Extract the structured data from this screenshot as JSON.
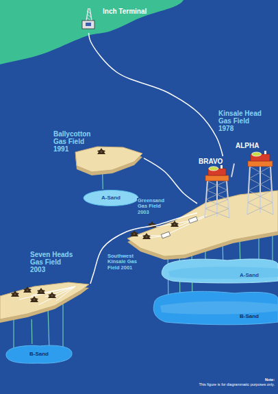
{
  "diagram": {
    "nodes": [
      {
        "text": [
          "Inch Terminal"
        ]
      },
      {
        "text": [
          "Ballycotton Gas Field 1991"
        ]
      },
      {
        "text": [
          "A-Sand"
        ]
      },
      {
        "text": [
          "BRAVO"
        ]
      },
      {
        "text": [
          "ALPHA"
        ]
      },
      {
        "text": [
          "Seven Heads Gas Field 2003"
        ]
      },
      {
        "text": [
          "A-Sand"
        ]
      },
      {
        "text": [
          "B-Sand"
        ]
      },
      {
        "text": [
          "B-Sand"
        ]
      }
    ],
    "edges": [
      {
        "from": 0,
        "to": 3,
        "arrow": "none"
      },
      {
        "from": 1,
        "to": 3,
        "arrow": "none"
      },
      {
        "from": 5,
        "to": 3,
        "arrow": "none"
      },
      {
        "from": 3,
        "to": 4,
        "arrow": "none"
      },
      {
        "from": 1,
        "to": 2,
        "arrow": "none"
      },
      {
        "from": 5,
        "to": 8,
        "arrow": "none"
      }
    ],
    "labels": [
      "Kinsale Head Gas Field 1978",
      "Greensand Gas Field 2003",
      "Southwest Kinsale Gas Field 2001",
      "Note:",
      "This figure is for diagrammatic purposes only."
    ]
  }
}
